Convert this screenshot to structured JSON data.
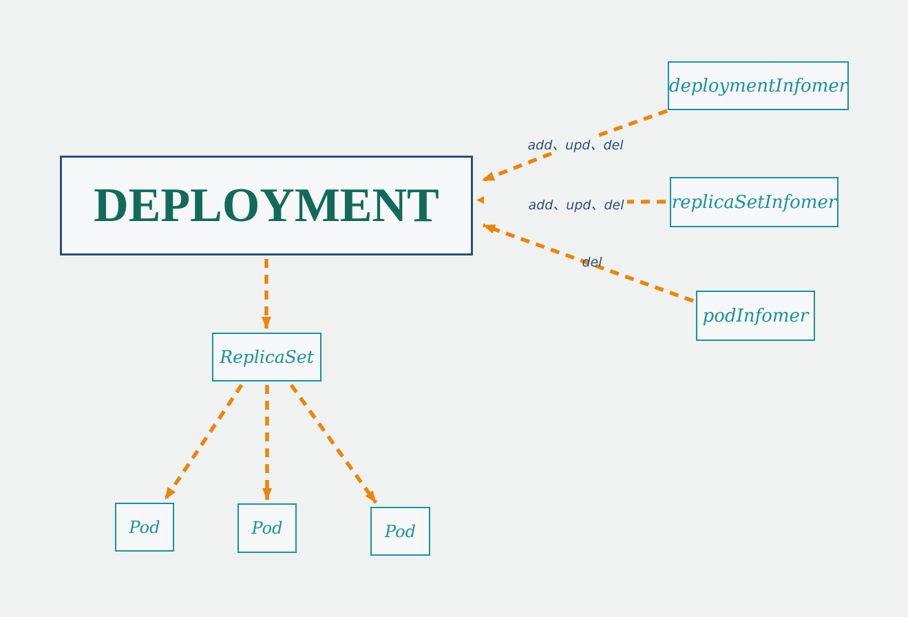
{
  "colors": {
    "background": "#F0F1F1",
    "node_fill": "#F6F7F8",
    "deployment_border": "#2B4F77",
    "deployment_text": "#136A5A",
    "teal": "#1B91A1",
    "orange": "#EA850D",
    "edge_label": "#2B4F7A"
  },
  "diagram": {
    "nodes": {
      "deployment": {
        "label": "DEPLOYMENT"
      },
      "deployment_infomer": {
        "label": "deploymentInfomer"
      },
      "replicaset_infomer": {
        "label": "replicaSetInfomer"
      },
      "pod_infomer": {
        "label": "podInfomer"
      },
      "replicaset": {
        "label": "ReplicaSet"
      },
      "pod_1": {
        "label": "Pod"
      },
      "pod_2": {
        "label": "Pod"
      },
      "pod_3": {
        "label": "Pod"
      }
    },
    "edge_labels": {
      "deployment_infomer_to_deployment": "add、upd、del",
      "replicaset_infomer_to_deployment": "add、upd、del",
      "pod_infomer_to_deployment": "del"
    }
  }
}
